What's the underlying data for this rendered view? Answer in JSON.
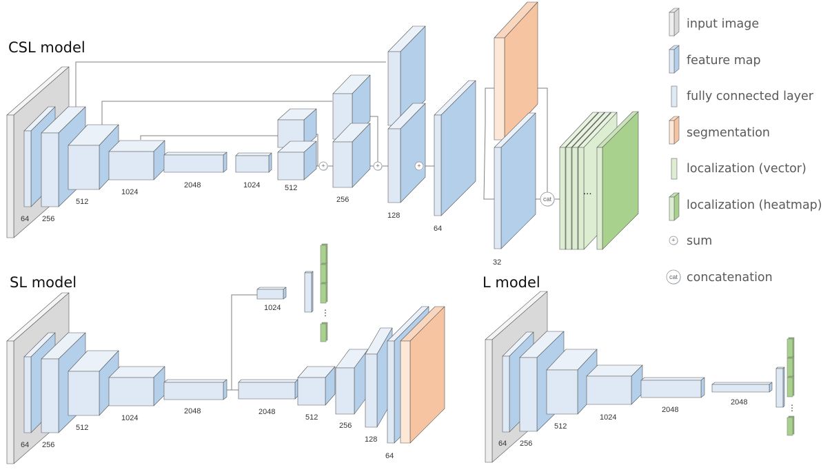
{
  "models": {
    "csl": {
      "title": "CSL model",
      "labels": [
        "64",
        "256",
        "512",
        "1024",
        "2048",
        "1024",
        "512",
        "256",
        "128",
        "64",
        "32"
      ],
      "ellipsis": "..."
    },
    "sl": {
      "title": "SL model",
      "labels": [
        "64",
        "256",
        "512",
        "1024",
        "2048",
        "2048",
        "512",
        "256",
        "128",
        "64",
        "1024"
      ],
      "ellipsis": "⋮"
    },
    "l": {
      "title": "L model",
      "labels": [
        "64",
        "256",
        "512",
        "1024",
        "2048",
        "2048"
      ],
      "ellipsis": "⋮"
    }
  },
  "legend": [
    {
      "label": "input image",
      "kind": "input image"
    },
    {
      "label": "feature map",
      "kind": "feature map"
    },
    {
      "label": "fully connected layer",
      "kind": "fully connected layer"
    },
    {
      "label": "segmentation",
      "kind": "segmentation"
    },
    {
      "label": "localization (vector)",
      "kind": "localization vector"
    },
    {
      "label": "localization (heatmap)",
      "kind": "localization heatmap"
    },
    {
      "label": "sum",
      "kind": "sum"
    },
    {
      "label": "concatenation",
      "kind": "concatenation"
    }
  ],
  "symbols": {
    "sum": "+",
    "concat": "cat"
  },
  "colors": {
    "input_image": "#d9d9d9",
    "feature_map": "#b4cfe9",
    "fully_connected": "#dee9f5",
    "segmentation": "#f7c4a2",
    "localization": "#a9d18e",
    "localization_light": "#dcedd1",
    "connector": "#7f7f7f"
  }
}
